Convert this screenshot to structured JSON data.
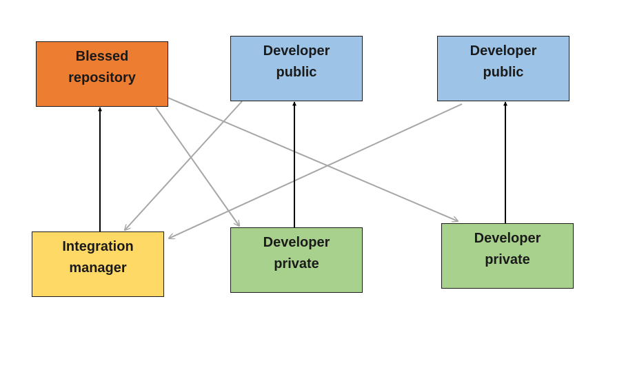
{
  "colors": {
    "blessed": "#ED7D31",
    "public": "#9DC3E6",
    "integration": "#FFD966",
    "private": "#A9D18E",
    "push_arrow": "#000000",
    "pull_arrow": "#A6A6A6"
  },
  "nodes": {
    "blessed": {
      "line1": "Blessed",
      "line2": "repository"
    },
    "public_1": {
      "line1": "Developer",
      "line2": "public"
    },
    "public_2": {
      "line1": "Developer",
      "line2": "public"
    },
    "integration": {
      "line1": "Integration",
      "line2": "manager"
    },
    "private_1": {
      "line1": "Developer",
      "line2": "private"
    },
    "private_2": {
      "line1": "Developer",
      "line2": "private"
    }
  },
  "edges": [
    {
      "from": "integration",
      "to": "blessed",
      "kind": "push"
    },
    {
      "from": "private_1",
      "to": "public_1",
      "kind": "push"
    },
    {
      "from": "private_2",
      "to": "public_2",
      "kind": "push"
    },
    {
      "from": "blessed",
      "to": "private_1",
      "kind": "pull"
    },
    {
      "from": "blessed",
      "to": "private_2",
      "kind": "pull"
    },
    {
      "from": "public_1",
      "to": "integration",
      "kind": "pull"
    },
    {
      "from": "public_2",
      "to": "integration",
      "kind": "pull"
    }
  ]
}
